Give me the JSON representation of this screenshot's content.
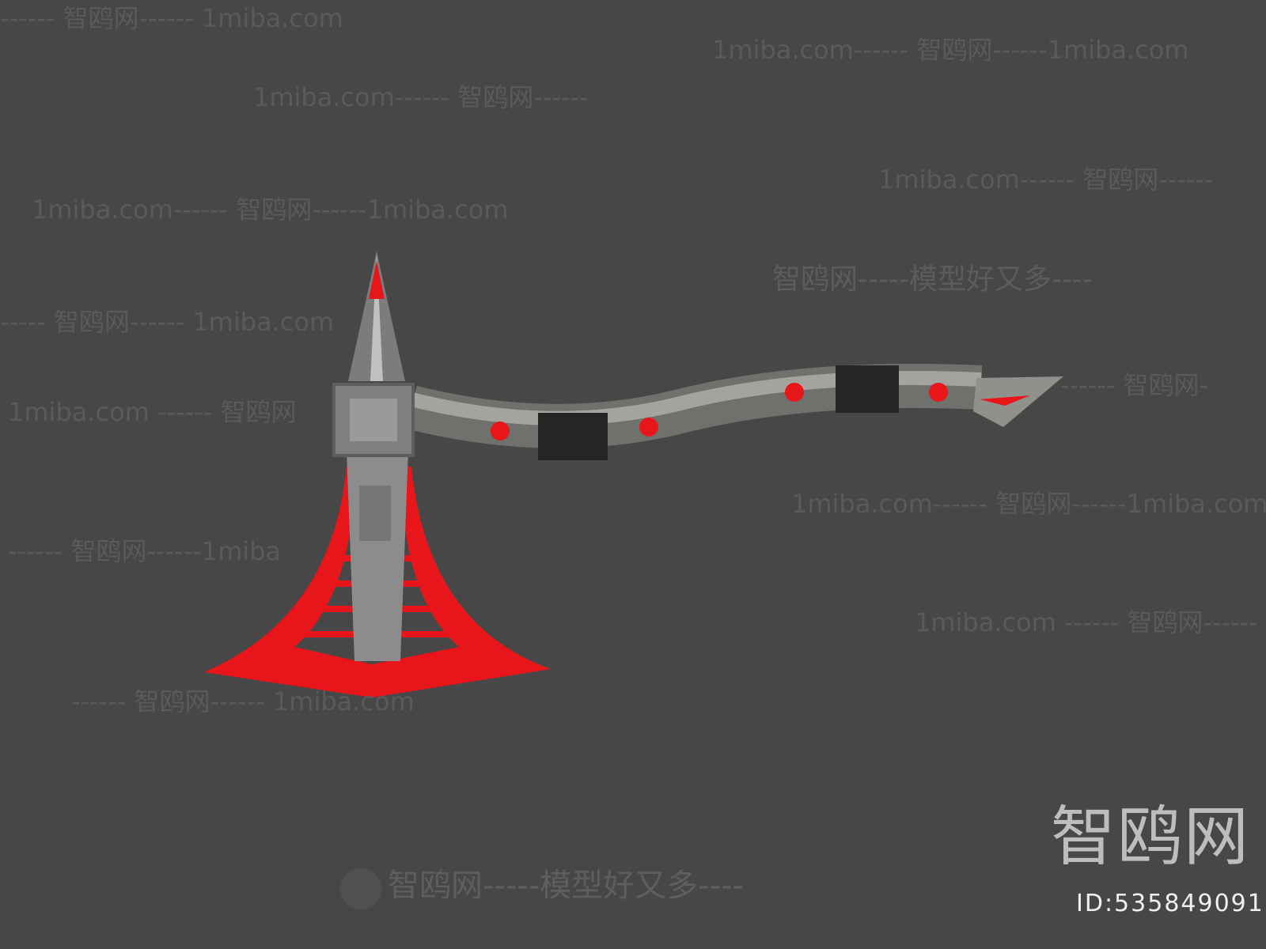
{
  "watermarks": [
    "------ 智鸥网------ 1miba.com",
    "1miba.com------ 智鸥网------1miba.com",
    "1miba.com------ 智鸥网------",
    "1miba.com------ 智鸥网------",
    "1miba.com------ 智鸥网------1miba.com",
    "智鸥网-----模型好又多----",
    "----- 智鸥网------ 1miba.com",
    "------ 智鸥网-",
    "1miba.com ------ 智鸥网",
    "1miba.com------ 智鸥网------1miba.com",
    "------ 智鸥网------1miba",
    "1miba.com ------ 智鸥网------",
    "------ 智鸥网------ 1miba.com"
  ],
  "bottom_slogan": "智鸥网-----模型好又多----",
  "logo": "智鸥网",
  "id_label": "ID:535849091",
  "colors": {
    "background": "#474747",
    "blade_red": "#e8161b",
    "metal": "#8a8a8a"
  }
}
